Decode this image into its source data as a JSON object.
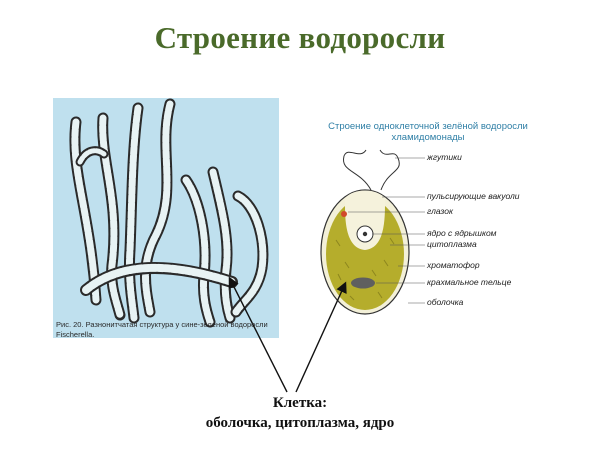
{
  "title": "Строение водоросли",
  "left_figure": {
    "caption": "Рис. 20. Разнонитчатая структура у сине-зеленой водоросли Fischerella."
  },
  "right_figure": {
    "title": "Строение одноклеточной зелёной водоросли хламидомонады",
    "labels": {
      "flagella": "жгутики",
      "vacuoles": "пульсирующие вакуоли",
      "eyespot": "глазок",
      "nucleus": "ядро с ядрышком",
      "cytoplasm": "цитоплазма",
      "chromatophore": "хроматофор",
      "starch": "крахмальное тельце",
      "membrane": "оболочка"
    }
  },
  "bottom_caption": {
    "line1": "Клетка:",
    "line2": "оболочка, цитоплазма, ядро"
  },
  "colors": {
    "title": "#4a6a2a",
    "panel_bg": "#bfe0ee",
    "chromatophore": "#b5ad2c",
    "accent_text": "#2f7fa6"
  }
}
